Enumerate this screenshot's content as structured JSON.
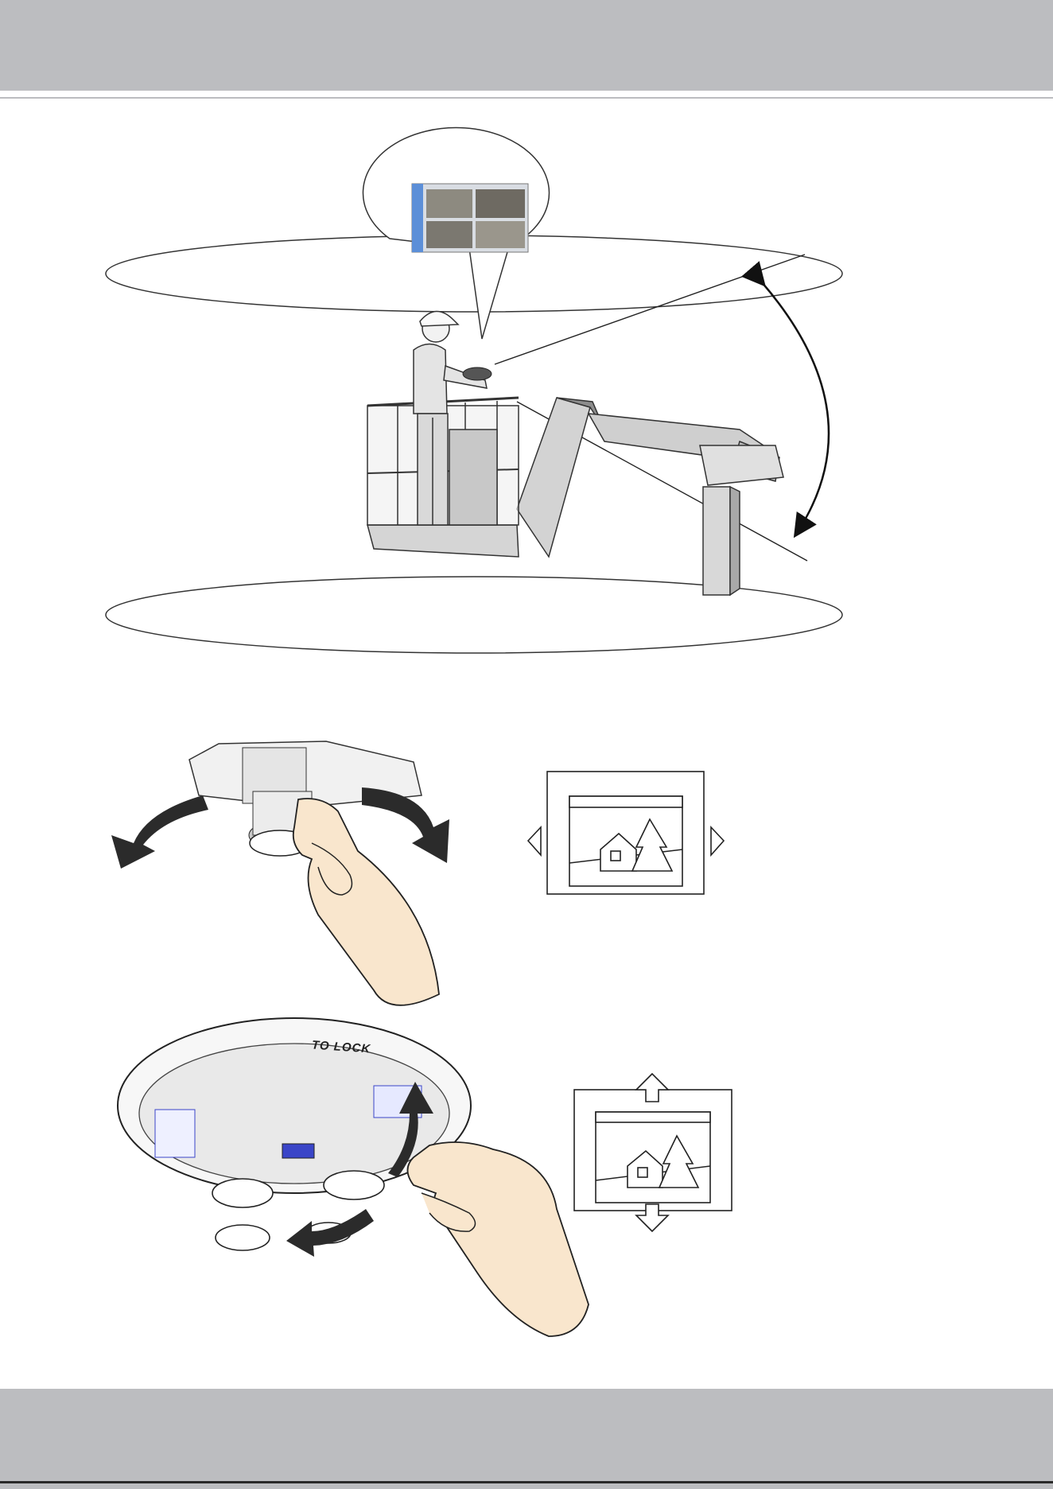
{
  "page": {
    "background": "#ffffff",
    "band_color": "#bcbdc0"
  },
  "figures": {
    "lift_scene": {
      "description_icon": "installer-on-lift-illustration"
    },
    "lens_pan": {
      "icon": "hand-rotating-lens-illustration",
      "preview_icon": "pan-preview-frame-icon"
    },
    "lens_tilt": {
      "icon": "hand-tilting-lens-illustration",
      "preview_icon": "tilt-preview-frame-icon",
      "lock_label": "TO LOCK"
    }
  },
  "colors": {
    "skin": "#f9e6cd",
    "ink": "#1a1a1a",
    "grey_metal": "#cfcfcf",
    "lens_accent": "#3a45c8"
  }
}
